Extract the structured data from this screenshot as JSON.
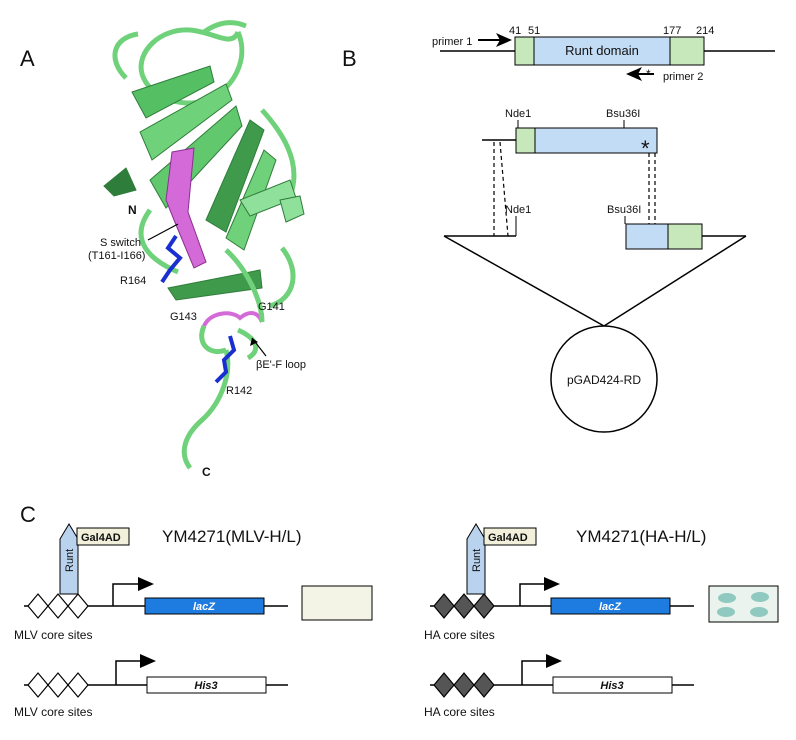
{
  "panels": {
    "a": "A",
    "b": "B",
    "c": "C"
  },
  "structure": {
    "n_term": "N",
    "c_term": "C",
    "s_switch_line1": "S switch",
    "s_switch_line2": "(T161-I166)",
    "r164": "R164",
    "g143": "G143",
    "g141": "G141",
    "loop_prefix": "βE'-F loop",
    "r142": "R142",
    "colors": {
      "ribbon": "#6fd27a",
      "ribbon_dark": "#2f7d3a",
      "switch": "#d36ad8",
      "sidechain": "#1a2fd0"
    }
  },
  "construct": {
    "primer1": "primer 1",
    "primer2": "primer 2",
    "pos41": "41",
    "pos51": "51",
    "pos177": "177",
    "pos214": "214",
    "runt_domain": "Runt domain",
    "nde1_top": "Nde1",
    "bsu36i_top": "Bsu36I",
    "stop_marker": "*",
    "nde1_vector": "Nde1",
    "bsu36i_vector": "Bsu36I",
    "plasmid": "pGAD424-RD",
    "colors": {
      "green_box": "#c7e8bb",
      "blue_box": "#c3dcf5"
    }
  },
  "reporters": {
    "left": {
      "strain": "YM4271(MLV-H/L)",
      "runt": "Runt",
      "gal4ad": "Gal4AD",
      "lacz": "lacZ",
      "his3": "His3",
      "sites1": "MLV core sites",
      "sites2": "MLV core sites",
      "site_fill": "#ffffff"
    },
    "right": {
      "strain": "YM4271(HA-H/L)",
      "runt": "Runt",
      "gal4ad": "Gal4AD",
      "lacz": "lacZ",
      "his3": "His3",
      "sites1": "HA core sites",
      "sites2": "HA core sites",
      "site_fill": "#555555"
    },
    "colors": {
      "lacz_fill": "#1e7be0",
      "runt_fill": "#b9d3ee",
      "gal4_fill": "#f2f0da",
      "plate_plain": "#f4f4e6",
      "plate_blue": "#eaf3ee",
      "colony": "#8fc9bf"
    }
  }
}
